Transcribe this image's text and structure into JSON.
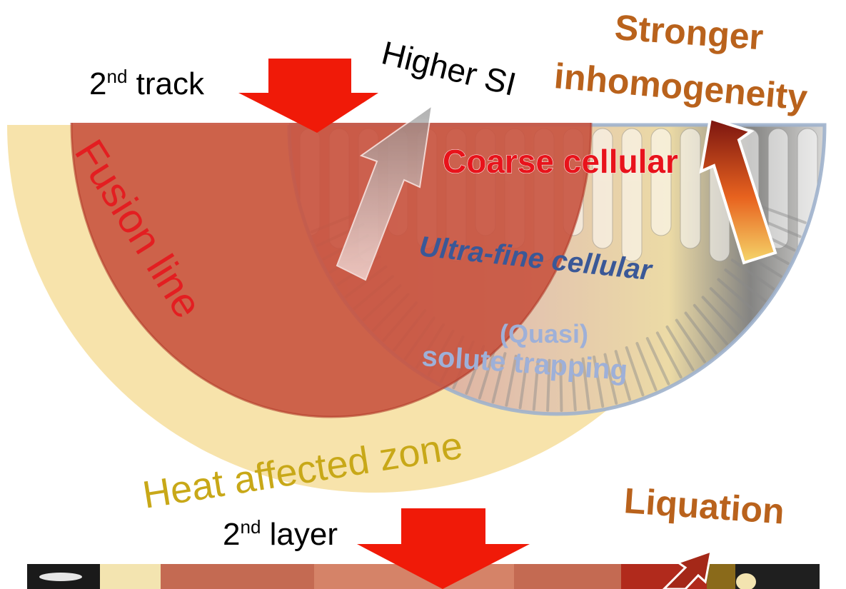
{
  "labels": {
    "track_prefix": "2",
    "track_sup": "nd",
    "track_word": " track",
    "higher_si": "Higher SI",
    "stronger": "Stronger",
    "inhomogeneity": "inhomogeneity",
    "coarse_cellular": "Coarse cellular",
    "ultra_fine_cellular": "Ultra-fine cellular",
    "quasi": "(Quasi)",
    "solute_trapping": "solute trapping",
    "fusion_line": "Fusion line",
    "heat_affected_zone": "Heat affected zone",
    "layer_prefix": "2",
    "layer_sup": "nd",
    "layer_word": " layer",
    "liquation": "Liquation"
  },
  "colors": {
    "heat_zone": "#f7e2a6",
    "heat_zone_text": "#c8a818",
    "melt_pool": "#c8533f",
    "arrow_red": "#f01a08",
    "accent_orange": "#b9621c",
    "coarse_text": "#e8131b",
    "ultra_text": "#3a5897",
    "solute_text": "#9eb0d8",
    "pool_outline": "#9fb1cc"
  }
}
